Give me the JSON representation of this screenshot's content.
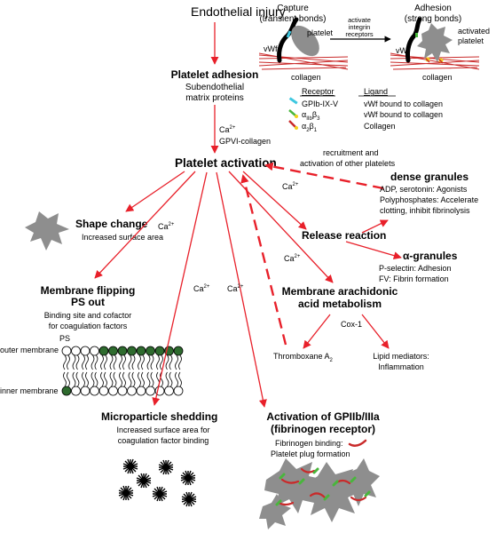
{
  "title": "Endothelial injury",
  "adhesion": {
    "title": "Platelet adhesion",
    "sub1": "Subendothelial",
    "sub2": "matrix proteins"
  },
  "ca_gpvi": {
    "ca": "Ca",
    "sup": "2+",
    "gpvi": "GPVI-collagen"
  },
  "activation": "Platelet activation",
  "capture": {
    "title": "Capture",
    "sub": "(transient bonds)",
    "platelet": "platelet",
    "vwf": "vWf",
    "collagen": "collagen"
  },
  "activate_text": [
    "activate",
    "integrin",
    "receptors"
  ],
  "adhesion_panel": {
    "title": "Adhesion",
    "sub": "(strong bonds)",
    "activated1": "activated",
    "activated2": "platelet",
    "vwf": "vWf",
    "collagen": "collagen"
  },
  "receptor_table": {
    "receptor_header": "Receptor",
    "ligand_header": "Ligand",
    "rows": [
      {
        "receptor": "GPIb-IX-V",
        "ligand": "vWf bound to collagen"
      },
      {
        "receptor": "αIIbβ3",
        "ligand": "vWf bound to collagen"
      },
      {
        "receptor": "α2β1",
        "ligand": "Collagen"
      }
    ]
  },
  "recruit": {
    "line1": "recruitment and",
    "line2": "activation of other platelets"
  },
  "dense": {
    "title": "dense granules",
    "l1": "ADP, serotonin: Agonists",
    "l2": "Polyphosphates: Accelerate",
    "l3": "clotting, inhibit fibrinolysis"
  },
  "alpha": {
    "title": "α-granules",
    "l1": "P-selectin: Adhesion",
    "l2": "FV: Fibrin formation"
  },
  "release": "Release reaction",
  "shape": {
    "title": "Shape change",
    "sub": "Increased surface area"
  },
  "membrane": {
    "title1": "Membrane flipping",
    "title2": "PS out",
    "sub1": "Binding site and cofactor",
    "sub2": "for coagulation factors",
    "ps": "PS",
    "outer": "outer membrane",
    "inner": "inner membrane"
  },
  "arach": {
    "title1": "Membrane arachidonic",
    "title2": "acid metabolism",
    "cox": "Cox-1",
    "thromb": "Thromboxane A",
    "thromb_sub": "2",
    "lipid1": "Lipid mediators:",
    "lipid2": "Inflammation"
  },
  "micro": {
    "title": "Microparticle shedding",
    "sub1": "Increased surface area for",
    "sub2": "coagulation factor binding"
  },
  "gp": {
    "title1": "Activation of GPIIb/IIIa",
    "title2": "(fibrinogen receptor)",
    "sub1": "Fibrinogen binding:",
    "sub2": "Platelet plug formation"
  },
  "colors": {
    "arrow": "#e8202a",
    "platelet": "#8e8e8e",
    "collagen": "#c92a2a",
    "membrane_head": "#2e6b2e",
    "gpib": "#3fc8e0",
    "integrin_green": "#49b63c",
    "integrin_yellow": "#f2d21c"
  }
}
